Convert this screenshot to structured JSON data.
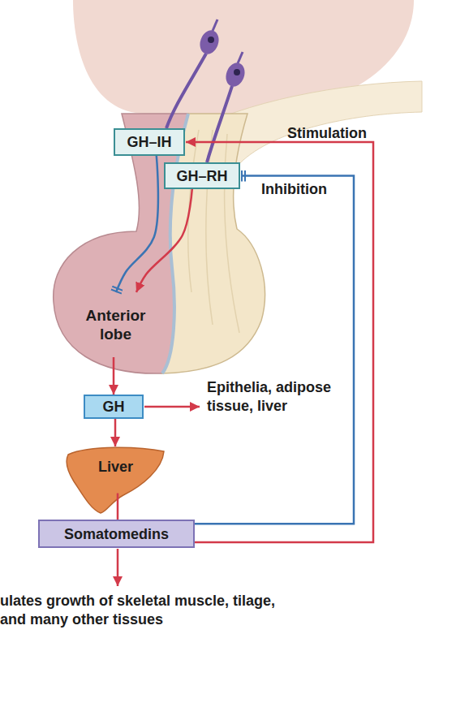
{
  "diagram": {
    "nodes": [
      {
        "text": [
          "GH–IH"
        ]
      },
      {
        "text": [
          "GH–RH"
        ]
      },
      {
        "text": [
          "Anterior lobe"
        ]
      },
      {
        "text": [
          "GH"
        ]
      },
      {
        "text": [
          "Liver"
        ]
      },
      {
        "text": [
          "Somatomedins"
        ]
      }
    ],
    "edges": [
      {
        "from": 0,
        "to": 2,
        "arrow": "to"
      },
      {
        "from": 1,
        "to": 2,
        "arrow": "to"
      },
      {
        "from": 2,
        "to": 3,
        "arrow": "to"
      },
      {
        "from": 3,
        "to": 4,
        "arrow": "to"
      },
      {
        "from": 4,
        "to": 5,
        "arrow": "none"
      },
      {
        "from": 5,
        "to": 0,
        "label": "Stimulation",
        "arrow": "to"
      },
      {
        "from": 5,
        "to": 1,
        "label": "Inhibition",
        "arrow": "to"
      }
    ],
    "labels": [
      "Epithelia, adipose tissue, liver",
      "ulates growth of skeletal muscle, tilage, and many other tissues"
    ]
  }
}
